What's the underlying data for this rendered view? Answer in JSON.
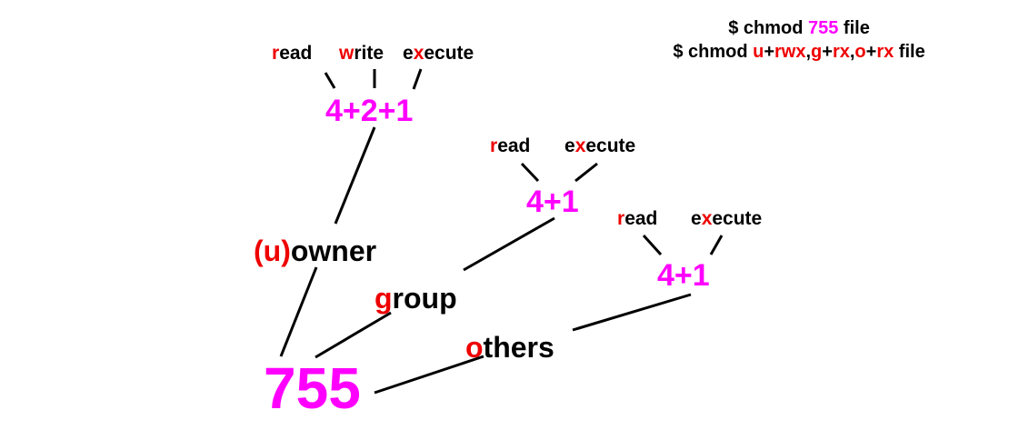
{
  "commands": {
    "line1": {
      "prefix": "$ chmod ",
      "mode": "755",
      "suffix": " file"
    },
    "line2": {
      "prefix": "$ chmod ",
      "u": "u",
      "plus1": "+",
      "rwx": "rwx",
      "comma1": ",",
      "g": "g",
      "plus2": "+",
      "rx1": "rx",
      "comma2": ",",
      "o": "o",
      "plus3": "+",
      "rx2": "rx",
      "suffix": " file"
    }
  },
  "owner_perms": {
    "read": {
      "key": "r",
      "rest": "ead"
    },
    "write": {
      "key": "w",
      "rest": "rite"
    },
    "execute": {
      "pre": "e",
      "key": "x",
      "rest": "ecute"
    },
    "sum": "4+2+1"
  },
  "group_perms": {
    "read": {
      "key": "r",
      "rest": "ead"
    },
    "execute": {
      "pre": "e",
      "key": "x",
      "rest": "ecute"
    },
    "sum": "4+1"
  },
  "others_perms": {
    "read": {
      "key": "r",
      "rest": "ead"
    },
    "execute": {
      "pre": "e",
      "key": "x",
      "rest": "ecute"
    },
    "sum": "4+1"
  },
  "classes": {
    "owner": {
      "key": "(u)",
      "rest": "owner"
    },
    "group": {
      "key": "g",
      "rest": "roup"
    },
    "others": {
      "key": "o",
      "rest": "thers"
    }
  },
  "mode": "755",
  "colors": {
    "highlight_red": "#ee0000",
    "magenta": "#ff00ff",
    "text": "#000000",
    "background": "#ffffff"
  }
}
